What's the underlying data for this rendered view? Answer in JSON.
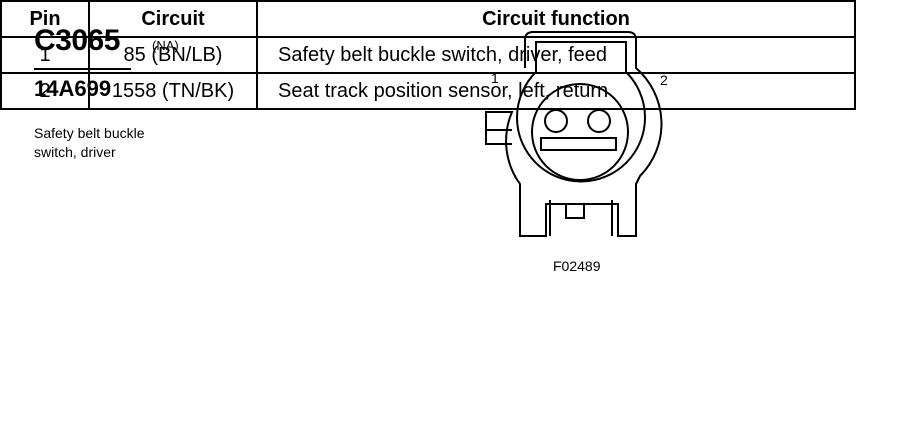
{
  "connector": {
    "id": "C3065",
    "note": "(NA)",
    "part_number": "14A699",
    "description_lines": [
      "Safety belt buckle",
      "switch, driver"
    ]
  },
  "figure": {
    "pin_labels": [
      "1",
      "2"
    ],
    "code": "F02489"
  },
  "table": {
    "headers": [
      "Pin",
      "Circuit",
      "Circuit function"
    ],
    "rows": [
      {
        "pin": "1",
        "circuit": "85 (BN/LB)",
        "function": "Safety belt buckle switch, driver, feed"
      },
      {
        "pin": "2",
        "circuit": "1558 (TN/BK)",
        "function": "Seat track position sensor, left, return"
      }
    ]
  }
}
